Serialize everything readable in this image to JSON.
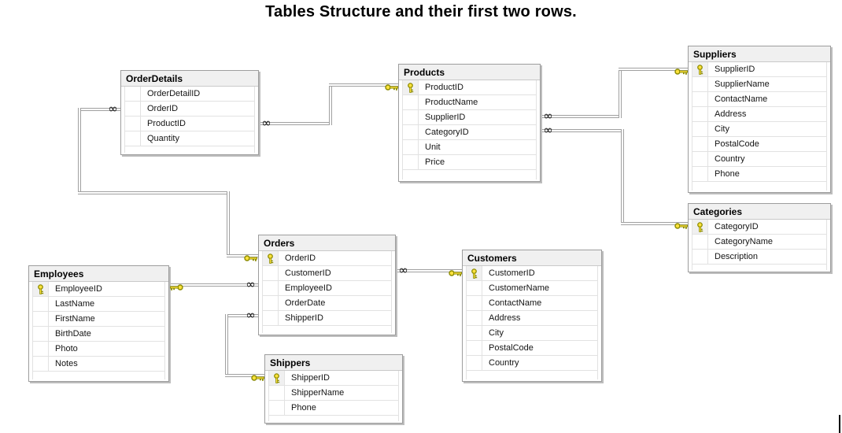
{
  "title": "Tables Structure and their first two rows.",
  "icons": {
    "many_side": "∞",
    "one_side": "key"
  },
  "colors": {
    "key_fill": "#ffe23d",
    "key_outline": "#8a8a00",
    "line": "#a0a0a0",
    "table_border": "#9d9d9d",
    "header_bg": "#f0f0f0",
    "grid_line": "#e2e2e2",
    "text": "#000000"
  },
  "tables": [
    {
      "name": "OrderDetails",
      "fields": [
        {
          "name": "OrderDetailID",
          "pk": false
        },
        {
          "name": "OrderID",
          "pk": false
        },
        {
          "name": "ProductID",
          "pk": false
        },
        {
          "name": "Quantity",
          "pk": false
        }
      ]
    },
    {
      "name": "Products",
      "fields": [
        {
          "name": "ProductID",
          "pk": true
        },
        {
          "name": "ProductName",
          "pk": false
        },
        {
          "name": "SupplierID",
          "pk": false
        },
        {
          "name": "CategoryID",
          "pk": false
        },
        {
          "name": "Unit",
          "pk": false
        },
        {
          "name": "Price",
          "pk": false
        }
      ]
    },
    {
      "name": "Suppliers",
      "fields": [
        {
          "name": "SupplierID",
          "pk": true
        },
        {
          "name": "SupplierName",
          "pk": false
        },
        {
          "name": "ContactName",
          "pk": false
        },
        {
          "name": "Address",
          "pk": false
        },
        {
          "name": "City",
          "pk": false
        },
        {
          "name": "PostalCode",
          "pk": false
        },
        {
          "name": "Country",
          "pk": false
        },
        {
          "name": "Phone",
          "pk": false
        }
      ]
    },
    {
      "name": "Categories",
      "fields": [
        {
          "name": "CategoryID",
          "pk": true
        },
        {
          "name": "CategoryName",
          "pk": false
        },
        {
          "name": "Description",
          "pk": false
        }
      ]
    },
    {
      "name": "Orders",
      "fields": [
        {
          "name": "OrderID",
          "pk": true
        },
        {
          "name": "CustomerID",
          "pk": false
        },
        {
          "name": "EmployeeID",
          "pk": false
        },
        {
          "name": "OrderDate",
          "pk": false
        },
        {
          "name": "ShipperID",
          "pk": false
        }
      ]
    },
    {
      "name": "Customers",
      "fields": [
        {
          "name": "CustomerID",
          "pk": true
        },
        {
          "name": "CustomerName",
          "pk": false
        },
        {
          "name": "ContactName",
          "pk": false
        },
        {
          "name": "Address",
          "pk": false
        },
        {
          "name": "City",
          "pk": false
        },
        {
          "name": "PostalCode",
          "pk": false
        },
        {
          "name": "Country",
          "pk": false
        }
      ]
    },
    {
      "name": "Employees",
      "fields": [
        {
          "name": "EmployeeID",
          "pk": true
        },
        {
          "name": "LastName",
          "pk": false
        },
        {
          "name": "FirstName",
          "pk": false
        },
        {
          "name": "BirthDate",
          "pk": false
        },
        {
          "name": "Photo",
          "pk": false
        },
        {
          "name": "Notes",
          "pk": false
        }
      ]
    },
    {
      "name": "Shippers",
      "fields": [
        {
          "name": "ShipperID",
          "pk": true
        },
        {
          "name": "ShipperName",
          "pk": false
        },
        {
          "name": "Phone",
          "pk": false
        }
      ]
    }
  ],
  "relationships": [
    {
      "one": "Orders.OrderID",
      "many": "OrderDetails.OrderID"
    },
    {
      "one": "Products.ProductID",
      "many": "OrderDetails.ProductID"
    },
    {
      "one": "Suppliers.SupplierID",
      "many": "Products.SupplierID"
    },
    {
      "one": "Categories.CategoryID",
      "many": "Products.CategoryID"
    },
    {
      "one": "Customers.CustomerID",
      "many": "Orders.CustomerID"
    },
    {
      "one": "Employees.EmployeeID",
      "many": "Orders.EmployeeID"
    },
    {
      "one": "Shippers.ShipperID",
      "many": "Orders.ShipperID"
    }
  ]
}
